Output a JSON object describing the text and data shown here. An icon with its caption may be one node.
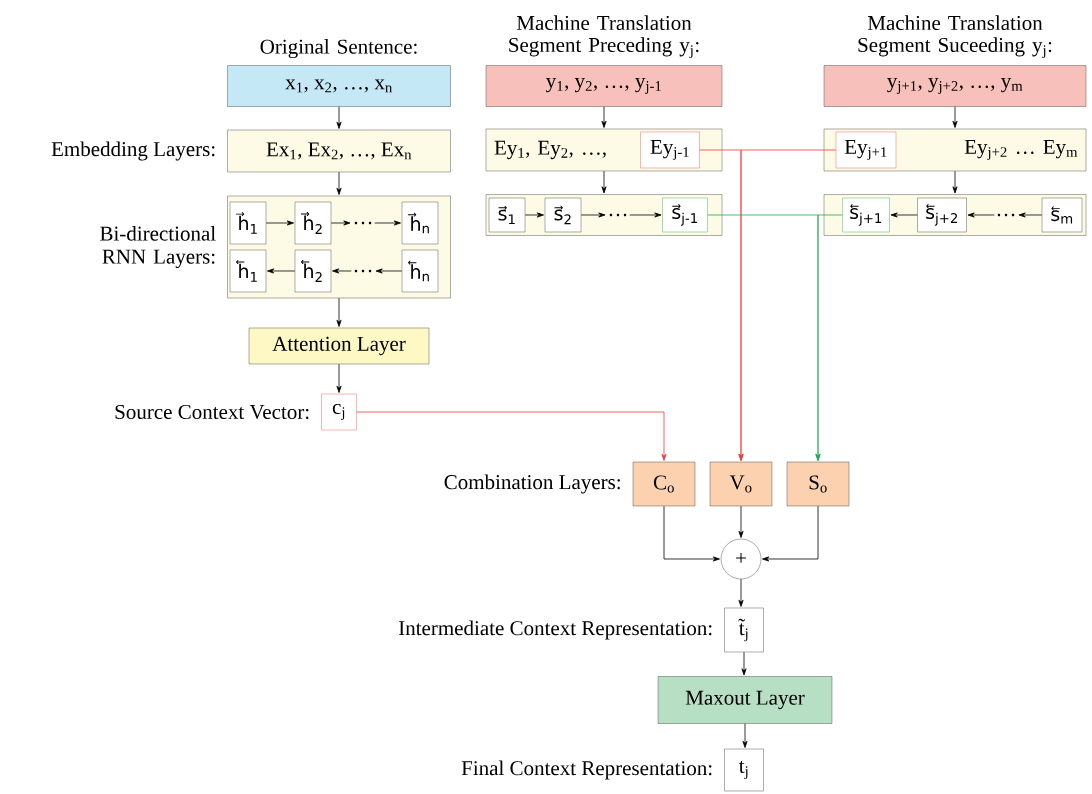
{
  "diagram": {
    "nodes": [
      {
        "text": [
          "Original Sentence:",
          "x$_{1}$, x$_{2}$, …, x$_{n}$"
        ]
      },
      {
        "text": [
          "Machine Translation Segment Preceding y$_{j}$:",
          "y$_{1}$, y$_{2}$, …, y$_{j-1}$"
        ]
      },
      {
        "text": [
          "Machine Translation Segment Suceeding y$_{j}$:",
          "y$_{j+1}$, y$_{j+2}$, …, y$_{m}$"
        ]
      },
      {
        "text": [
          "Ex$_{1}$, Ex$_{2}$, …, Ex$_{n}$"
        ],
        "beside": [
          "Embedding Layers:"
        ]
      },
      {
        "text": [
          "Ey$_{1}$, Ey$_{2}$, …,"
        ]
      },
      {
        "text": [
          "Ey$_{j-1}$"
        ],
        "in": 4
      },
      {
        "text": [
          "Ey$_{j+2}$   …   Ey$_{m}$"
        ]
      },
      {
        "text": [
          "Ey$_{j+1}$"
        ],
        "in": 6
      },
      {
        "text": [],
        "shape": "box",
        "beside": [
          "Bi-directional RNN Layers:"
        ]
      },
      {
        "text": [
          "h⃗$_{1}$"
        ],
        "in": 8
      },
      {
        "text": [
          "h⃗$_{2}$"
        ],
        "in": 8
      },
      {
        "text": [
          "…"
        ],
        "in": 8
      },
      {
        "text": [
          "h⃗$_{n}$"
        ],
        "in": 8
      },
      {
        "text": [
          "h⃖$_{1}$"
        ],
        "in": 8
      },
      {
        "text": [
          "h⃖$_{2}$"
        ],
        "in": 8
      },
      {
        "text": [
          "…"
        ],
        "in": 8
      },
      {
        "text": [
          "h⃖$_{n}$"
        ],
        "in": 8
      },
      {
        "text": [],
        "shape": "box"
      },
      {
        "text": [
          "s⃗$_{1}$"
        ],
        "in": 17
      },
      {
        "text": [
          "s⃗$_{2}$"
        ],
        "in": 17
      },
      {
        "text": [
          "…"
        ],
        "in": 17
      },
      {
        "text": [
          "s⃗$_{j-1}$"
        ],
        "in": 17
      },
      {
        "text": [],
        "shape": "box"
      },
      {
        "text": [
          "s⃖$_{j+1}$"
        ],
        "in": 22
      },
      {
        "text": [
          "s⃖$_{j+2}$"
        ],
        "in": 22
      },
      {
        "text": [
          "…"
        ],
        "in": 22
      },
      {
        "text": [
          "s⃖$_{m}$"
        ],
        "in": 22
      },
      {
        "text": [
          "Attention Layer"
        ]
      },
      {
        "text": [
          "c$_{j}$"
        ],
        "beside": [
          "Source Context Vector:"
        ]
      },
      {
        "text": [
          "C$_{o}$"
        ],
        "beside": [
          "Combination Layers:"
        ]
      },
      {
        "text": [
          "V$_{o}$"
        ]
      },
      {
        "text": [
          "S$_{o}$"
        ]
      },
      {
        "text": [
          "+"
        ]
      },
      {
        "text": [
          "t̃$_{j}$"
        ],
        "beside": [
          "Intermediate Context Representation:"
        ]
      },
      {
        "text": [
          "Maxout Layer"
        ]
      },
      {
        "text": [
          "t$_{j}$"
        ],
        "beside": [
          "Final Context Representation:"
        ]
      }
    ],
    "edges": [
      {
        "from": 0,
        "to": 3,
        "arrow": "to"
      },
      {
        "from": 3,
        "to": 8,
        "arrow": "to"
      },
      {
        "from": 8,
        "to": 27,
        "arrow": "to"
      },
      {
        "from": 27,
        "to": 28,
        "arrow": "to"
      },
      {
        "from": 1,
        "to": 4,
        "arrow": "to"
      },
      {
        "from": 4,
        "to": 17,
        "arrow": "to"
      },
      {
        "from": 2,
        "to": 6,
        "arrow": "to"
      },
      {
        "from": 6,
        "to": 22,
        "arrow": "to"
      },
      {
        "from": 9,
        "to": 10,
        "arrow": "to"
      },
      {
        "from": 10,
        "to": 11,
        "arrow": "to"
      },
      {
        "from": 11,
        "to": 12,
        "arrow": "to"
      },
      {
        "from": 16,
        "to": 15,
        "arrow": "to"
      },
      {
        "from": 15,
        "to": 14,
        "arrow": "to"
      },
      {
        "from": 14,
        "to": 13,
        "arrow": "to"
      },
      {
        "from": 18,
        "to": 19,
        "arrow": "to"
      },
      {
        "from": 19,
        "to": 20,
        "arrow": "to"
      },
      {
        "from": 20,
        "to": 21,
        "arrow": "to"
      },
      {
        "from": 26,
        "to": 25,
        "arrow": "to"
      },
      {
        "from": 25,
        "to": 24,
        "arrow": "to"
      },
      {
        "from": 24,
        "to": 23,
        "arrow": "to"
      },
      {
        "from": 28,
        "to": 29,
        "arrow": "to",
        "color": "#ee3b3b"
      },
      {
        "from": 5,
        "to": 30,
        "arrow": "to",
        "color": "#ee3b3b"
      },
      {
        "from": 7,
        "to": 30,
        "arrow": "to",
        "color": "#ee3b3b"
      },
      {
        "from": 21,
        "to": 31,
        "arrow": "to",
        "color": "#22aa55"
      },
      {
        "from": 23,
        "to": 31,
        "arrow": "to",
        "color": "#22aa55"
      },
      {
        "from": 29,
        "to": 32,
        "arrow": "to"
      },
      {
        "from": 30,
        "to": 32,
        "arrow": "to"
      },
      {
        "from": 31,
        "to": 32,
        "arrow": "to"
      },
      {
        "from": 32,
        "to": 33,
        "arrow": "to"
      },
      {
        "from": 33,
        "to": 34,
        "arrow": "to"
      },
      {
        "from": 34,
        "to": 35,
        "arrow": "to"
      }
    ]
  }
}
